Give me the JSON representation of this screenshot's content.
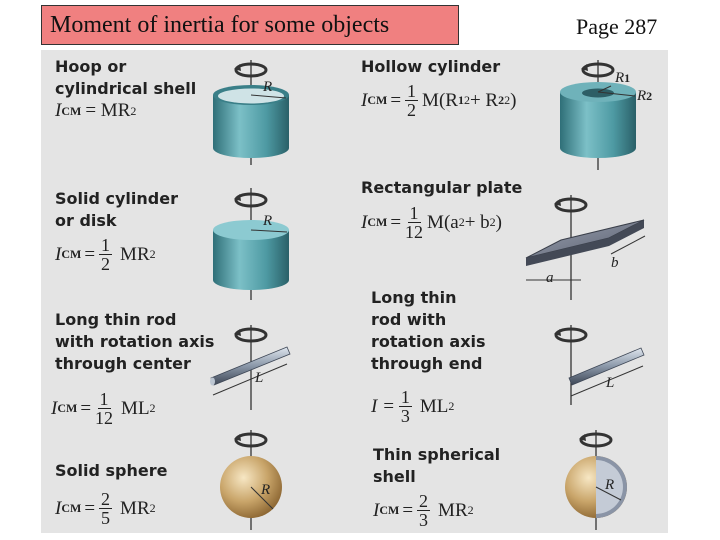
{
  "header": {
    "title": "Moment of inertia for some objects",
    "page": "Page 287"
  },
  "colors": {
    "title_bg": "#f08080",
    "panel_bg": "#e4e4e4",
    "cylinder": "#4e9aa3",
    "plate": "#6a7080",
    "sphere": "#c9a56a"
  },
  "objects": {
    "hoop": {
      "label1": "Hoop or",
      "label2": "cylindrical shell",
      "formula_lhs": "I",
      "formula_sub": "CM",
      "formula_rhs": "= MR",
      "formula_exp": "2",
      "dim_R": "R"
    },
    "hollow": {
      "label": "Hollow cylinder",
      "formula_lhs": "I",
      "formula_sub": "CM",
      "eq": "=",
      "frac_num": "1",
      "frac_den": "2",
      "formula_rhs": "M(R",
      "r1_sub": "1",
      "r1_exp": "2",
      "plus": " + R",
      "r2_sub": "2",
      "r2_exp": "2",
      "close": ")",
      "dim_R1": "R",
      "dim_R1_sub": "1",
      "dim_R2": "R",
      "dim_R2_sub": "2"
    },
    "solid_cylinder": {
      "label1": "Solid cylinder",
      "label2": "or disk",
      "formula_lhs": "I",
      "formula_sub": "CM",
      "eq": "=",
      "frac_num": "1",
      "frac_den": "2",
      "formula_rhs": "MR",
      "formula_exp": "2",
      "dim_R": "R"
    },
    "plate": {
      "label": "Rectangular plate",
      "formula_lhs": "I",
      "formula_sub": "CM",
      "eq": "=",
      "frac_num": "1",
      "frac_den": "12",
      "formula_rhs": "M(a",
      "a_exp": "2",
      "plus": " + b",
      "b_exp": "2",
      "close": ")",
      "dim_a": "a",
      "dim_b": "b"
    },
    "rod_center": {
      "label1": "Long thin rod",
      "label2": "with rotation axis",
      "label3": "through center",
      "formula_lhs": "I",
      "formula_sub": "CM",
      "eq": "=",
      "frac_num": "1",
      "frac_den": "12",
      "formula_rhs": "ML",
      "formula_exp": "2",
      "dim_L": "L"
    },
    "rod_end": {
      "label1": "Long thin",
      "label2": "rod with",
      "label3": "rotation axis",
      "label4": "through end",
      "formula_lhs": "I =",
      "frac_num": "1",
      "frac_den": "3",
      "formula_rhs": "ML",
      "formula_exp": "2",
      "dim_L": "L"
    },
    "solid_sphere": {
      "label": "Solid sphere",
      "formula_lhs": "I",
      "formula_sub": "CM",
      "eq": "=",
      "frac_num": "2",
      "frac_den": "5",
      "formula_rhs": "MR",
      "formula_exp": "2",
      "dim_R": "R"
    },
    "shell_sphere": {
      "label1": "Thin spherical",
      "label2": "shell",
      "formula_lhs": "I",
      "formula_sub": "CM",
      "eq": "=",
      "frac_num": "2",
      "frac_den": "3",
      "formula_rhs": "MR",
      "formula_exp": "2",
      "dim_R": "R"
    }
  }
}
